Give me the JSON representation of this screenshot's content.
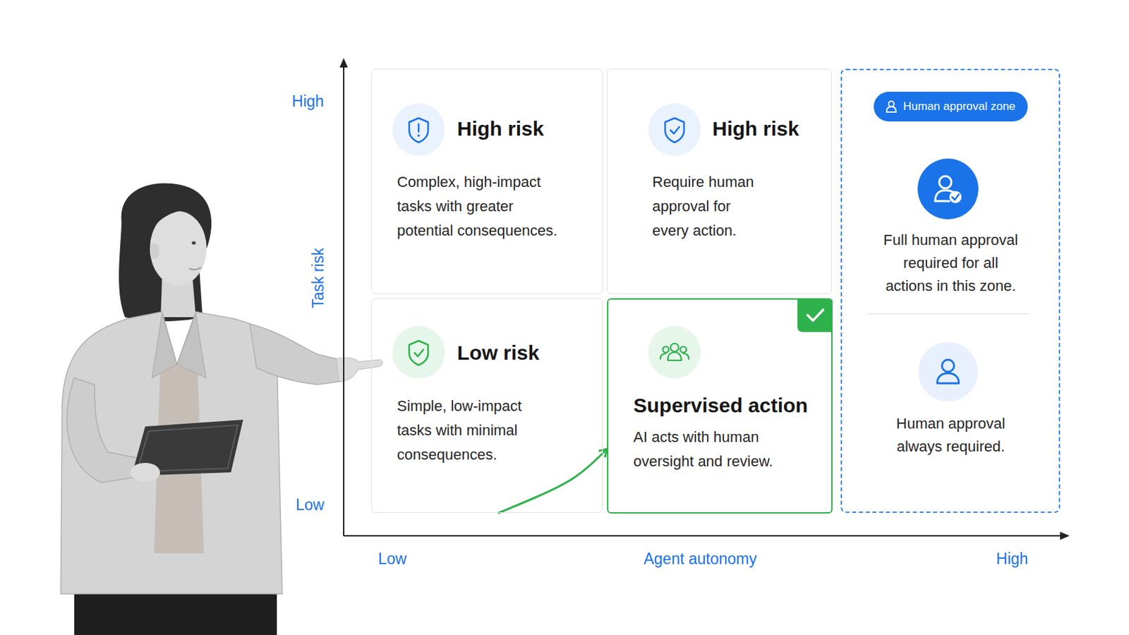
{
  "diagram": {
    "nodes": [
      {
        "text": [
          "High risk",
          "Complex, high-impact tasks with greater potential consequences."
        ]
      },
      {
        "text": [
          "High risk",
          "Require human approval for every action."
        ]
      },
      {
        "text": [
          "Full human approval required for all actions in this zone.",
          "Human approval always required."
        ]
      },
      {
        "text": [
          "Human approval zone"
        ],
        "in": 2
      },
      {
        "text": [
          "Low risk",
          "Simple, low-impact tasks with minimal consequences."
        ]
      },
      {
        "text": [
          "Supervised action",
          "AI acts with human oversight and review."
        ]
      }
    ],
    "edges": [
      {
        "from": 4,
        "to": 5,
        "arrow": "to"
      }
    ],
    "labels": [
      "High",
      "Task risk",
      "Low",
      "Low",
      "Agent autonomy",
      "High"
    ]
  }
}
